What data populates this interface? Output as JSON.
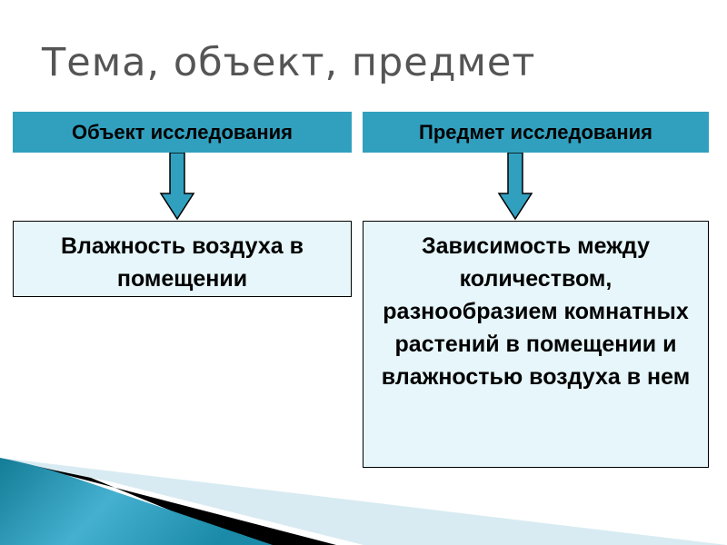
{
  "title": "Тема, объект, предмет",
  "left": {
    "header": "Объект исследования",
    "body": "Влажность воздуха в помещении"
  },
  "right": {
    "header": "Предмет исследования",
    "body": "Зависимость между количеством, разнообразием комнатных растений в помещении и влажностью воздуха в нем"
  },
  "colors": {
    "accent": "#31a0be",
    "box_fill": "#e6f6fa",
    "title": "#555555"
  }
}
